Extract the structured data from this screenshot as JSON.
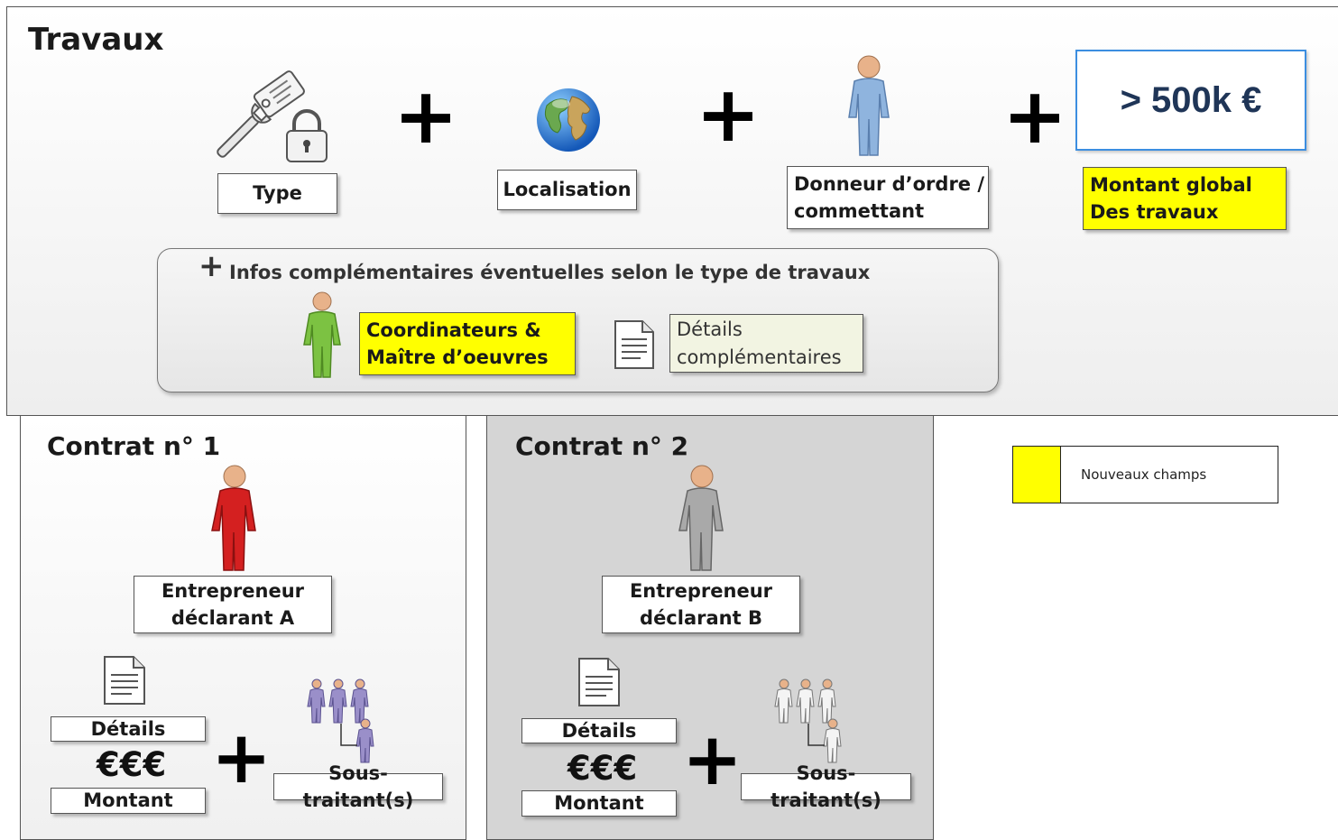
{
  "travaux": {
    "title": "Travaux",
    "type_label": "Type",
    "localisation_label": "Localisation",
    "donneur_label_line1": "Donneur d’ordre /",
    "donneur_label_line2": "commettant",
    "amount_value": "> 500k €",
    "montant_label_line1": "Montant global",
    "montant_label_line2": "Des travaux",
    "plus_sign": "+",
    "infos": {
      "plus": "+",
      "text": "Infos complémentaires éventuelles selon le type de travaux",
      "coordinateurs_line1": "Coordinateurs &",
      "coordinateurs_line2": "Maître d’oeuvres",
      "details_line1": "Détails",
      "details_line2": "complémentaires"
    }
  },
  "contrats": [
    {
      "title": "Contrat n° 1",
      "entrepreneur_line1": "Entrepreneur",
      "entrepreneur_line2": "déclarant A",
      "details": "Détails",
      "euro": "€€€",
      "montant": "Montant",
      "plus": "+",
      "sous_traitants": "Sous-traitant(s)",
      "person_color": "#d42020"
    },
    {
      "title": "Contrat n° 2",
      "entrepreneur_line1": "Entrepreneur",
      "entrepreneur_line2": "déclarant B",
      "details": "Détails",
      "euro": "€€€",
      "montant": "Montant",
      "plus": "+",
      "sous_traitants": "Sous-traitant(s)",
      "person_color": "#a9a9a9"
    }
  ],
  "legend": {
    "label": "Nouveaux champs",
    "swatch_color": "#ffff00"
  },
  "colors": {
    "new_field": "#ffff00",
    "amount_border": "#3c8ee0",
    "amount_text": "#1f3557",
    "donneur_person": "#8fb4de",
    "coordinateur_person": "#7cc242",
    "subcontractor_1": "#9a8fc9",
    "subcontractor_2": "#e6e6e6"
  }
}
